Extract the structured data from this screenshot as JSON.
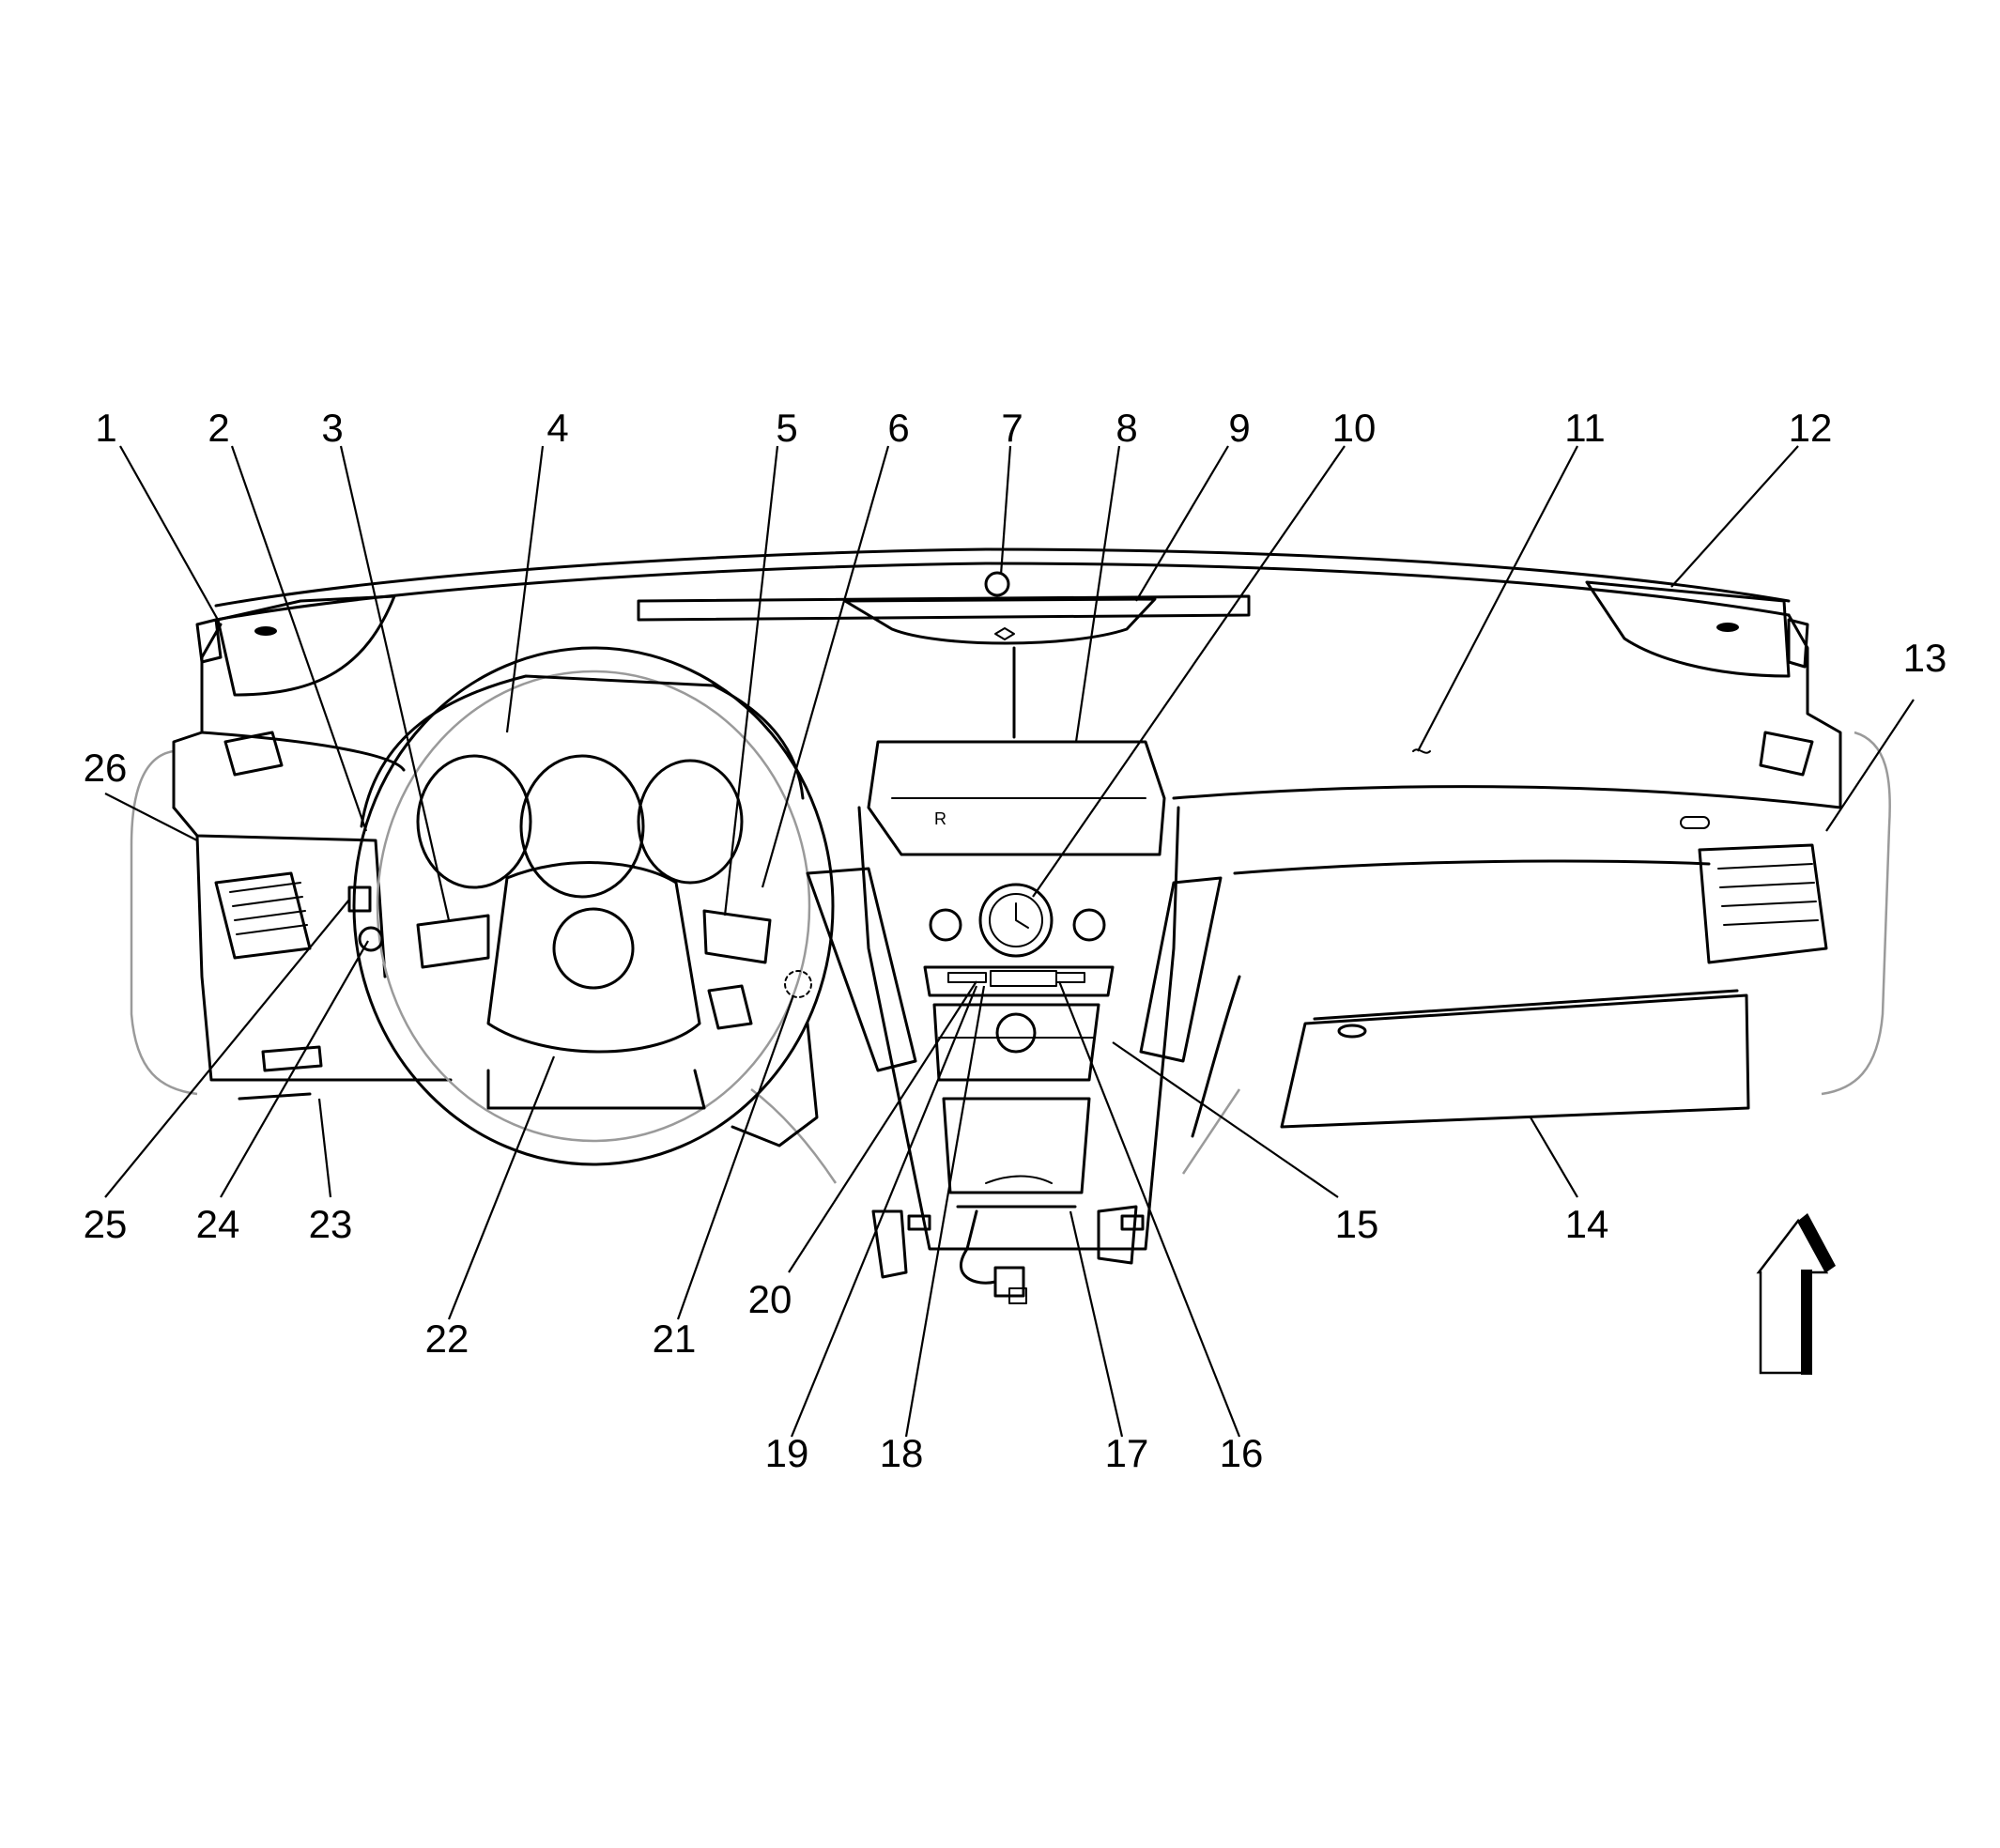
{
  "callouts": [
    {
      "label": "1"
    },
    {
      "label": "2"
    },
    {
      "label": "3"
    },
    {
      "label": "4"
    },
    {
      "label": "5"
    },
    {
      "label": "6"
    },
    {
      "label": "7"
    },
    {
      "label": "8"
    },
    {
      "label": "9"
    },
    {
      "label": "10"
    },
    {
      "label": "11"
    },
    {
      "label": "12"
    },
    {
      "label": "13"
    },
    {
      "label": "14"
    },
    {
      "label": "15"
    },
    {
      "label": "16"
    },
    {
      "label": "17"
    },
    {
      "label": "18"
    },
    {
      "label": "19"
    },
    {
      "label": "20"
    },
    {
      "label": "21"
    },
    {
      "label": "22"
    },
    {
      "label": "23"
    },
    {
      "label": "24"
    },
    {
      "label": "25"
    },
    {
      "label": "26"
    }
  ],
  "display_glyph": "R",
  "colors": {
    "ink": "#000000",
    "outline": "#9a9a9a",
    "background": "#ffffff"
  },
  "icons": [
    "front-direction-arrow-icon"
  ]
}
